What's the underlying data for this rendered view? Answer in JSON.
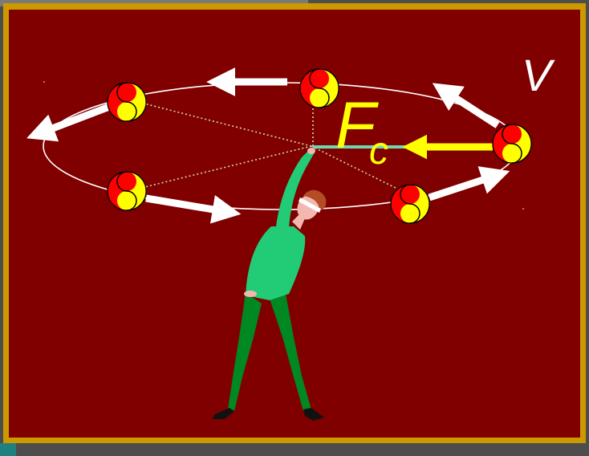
{
  "slide": {
    "background_color": "#800000",
    "frame_color": "#cc9900",
    "outer_color": "#4d4d4d",
    "accent_teal": "#1f8080"
  },
  "labels": {
    "velocity_symbol": "V",
    "force_symbol": "F",
    "force_subscript": "c"
  },
  "colors": {
    "velocity_arrow": "#ffffff",
    "force_arrow": "#ffff00",
    "rope": "#6fd6b0",
    "ball_red": "#ff0000",
    "ball_yellow": "#ffff00",
    "person_shirt": "#22cc77",
    "person_pants": "#008822",
    "person_hair": "#b34d26"
  },
  "icons": {
    "ball": "yin-yang-ball-icon",
    "person": "stretching-person-icon"
  }
}
